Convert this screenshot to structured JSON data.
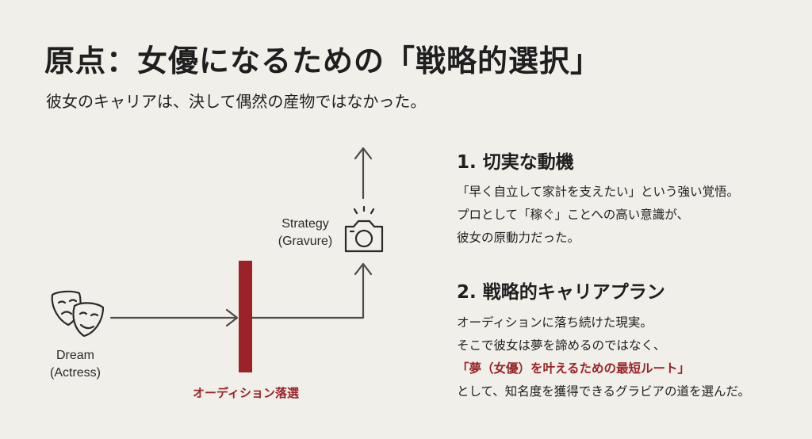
{
  "title": "原点：女優になるための「戦略的選択」",
  "subtitle": "彼女のキャリアは、決して偶然の産物ではなかった。",
  "diagram": {
    "dream_label_1": "Dream",
    "dream_label_2": "(Actress)",
    "strategy_label_1": "Strategy",
    "strategy_label_2": "(Gravure)",
    "barrier_label": "オーディション落選",
    "icons": [
      "theater-masks-icon",
      "camera-icon",
      "arrow-icon"
    ],
    "accent_color": "#9b2226"
  },
  "section1": {
    "heading": "1. 切実な動機",
    "lines": [
      "「早く自立して家計を支えたい」という強い覚悟。",
      "プロとして「稼ぐ」ことへの高い意識が、",
      "彼女の原動力だった。"
    ]
  },
  "section2": {
    "heading": "2. 戦略的キャリアプラン",
    "lines": [
      "オーディションに落ち続けた現実。",
      "そこで彼女は夢を諦めるのではなく、",
      "「夢（女優）を叶えるための最短ルート」",
      "として、知名度を獲得できるグラビアの道を選んだ。"
    ]
  }
}
